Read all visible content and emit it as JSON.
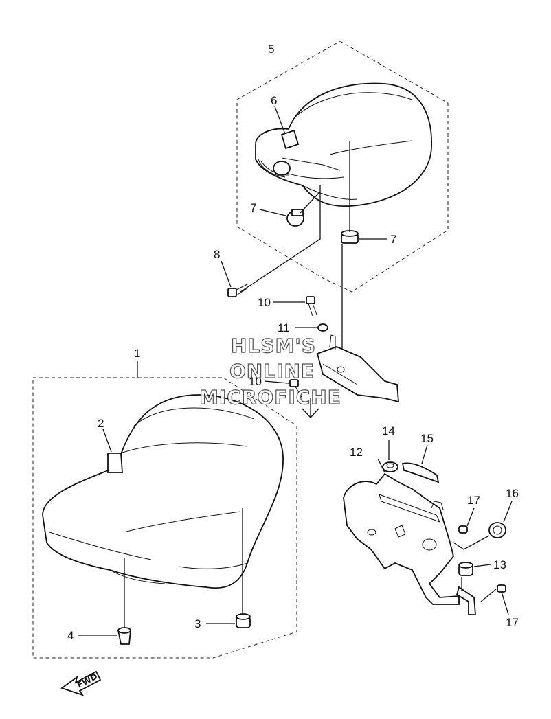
{
  "diagram": {
    "callouts": {
      "c1": "1",
      "c2": "2",
      "c3": "3",
      "c4": "4",
      "c5": "5",
      "c6": "6",
      "c7a": "7",
      "c7b": "7",
      "c8": "8",
      "c10a": "10",
      "c10b": "10",
      "c11": "11",
      "c12": "12",
      "c13": "13",
      "c14": "14",
      "c15": "15",
      "c16": "16",
      "c17a": "17",
      "c17b": "17"
    },
    "watermark": [
      "HLSM'S",
      "ONLINE",
      "MICROFICHE"
    ],
    "fwd_label": "FWD"
  }
}
